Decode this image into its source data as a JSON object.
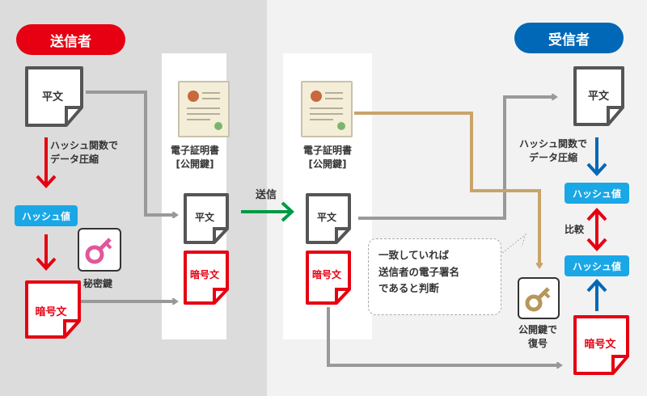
{
  "roles": {
    "sender": "送信者",
    "receiver": "受信者"
  },
  "sender": {
    "plaintext": "平文",
    "hash_step": [
      "ハッシュ関数で",
      "データ圧縮"
    ],
    "hash_value": "ハッシュ値",
    "private_key": "秘密鍵",
    "ciphertext": "暗号文"
  },
  "certificate": {
    "title": "電子証明書",
    "subtitle": "[公開鍵]"
  },
  "transmit": {
    "label": "送信"
  },
  "package": {
    "plaintext": "平文",
    "ciphertext": "暗号文"
  },
  "receiver": {
    "plaintext": "平文",
    "hash_step": [
      "ハッシュ関数で",
      "データ圧縮"
    ],
    "hash_value_top": "ハッシュ値",
    "compare": "比較",
    "hash_value_bottom": "ハッシュ値",
    "public_key_decrypt": [
      "公開鍵で",
      "復号"
    ],
    "ciphertext": "暗号文"
  },
  "note": {
    "lines": [
      "一致していれば",
      "送信者の電子署名",
      "であると判断"
    ]
  },
  "colors": {
    "sender": "#e60012",
    "receiver": "#0068b7",
    "hash": "#1aa7e6",
    "send_arrow": "#009944",
    "gold": "#c8a46a",
    "gray": "#999999",
    "key_pink": "#e2569a"
  }
}
